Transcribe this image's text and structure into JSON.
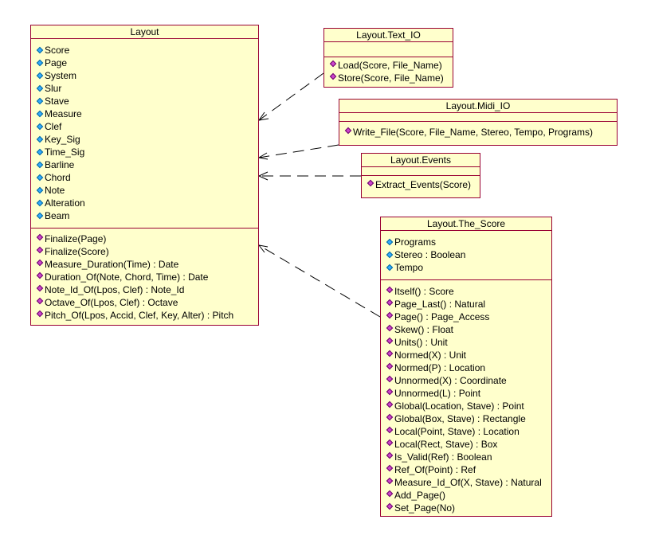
{
  "classes": {
    "layout": {
      "name": "Layout",
      "attributes": [
        "Score",
        "Page",
        "System",
        "Slur",
        "Stave",
        "Measure",
        "Clef",
        "Key_Sig",
        "Time_Sig",
        "Barline",
        "Chord",
        "Note",
        "Alteration",
        "Beam"
      ],
      "operations": [
        "Finalize(Page)",
        "Finalize(Score)",
        "Measure_Duration(Time) : Date",
        "Duration_Of(Note, Chord, Time) : Date",
        "Note_Id_Of(Lpos, Clef) : Note_Id",
        "Octave_Of(Lpos, Clef) : Octave",
        "Pitch_Of(Lpos, Accid, Clef, Key, Alter) : Pitch"
      ]
    },
    "text_io": {
      "name": "Layout.Text_IO",
      "attributes": [],
      "operations": [
        "Load(Score, File_Name)",
        "Store(Score, File_Name)"
      ]
    },
    "midi_io": {
      "name": "Layout.Midi_IO",
      "attributes": [],
      "operations": [
        "Write_File(Score, File_Name, Stereo, Tempo, Programs)"
      ]
    },
    "events": {
      "name": "Layout.Events",
      "attributes": [],
      "operations": [
        "Extract_Events(Score)"
      ]
    },
    "the_score": {
      "name": "Layout.The_Score",
      "attributes": [
        "Programs",
        "Stereo : Boolean",
        "Tempo"
      ],
      "operations": [
        "Itself() : Score",
        "Page_Last() : Natural",
        "Page() : Page_Access",
        "Skew() : Float",
        "Units() : Unit",
        "Normed(X) : Unit",
        "Normed(P) : Location",
        "Unnormed(X) : Coordinate",
        "Unnormed(L) : Point",
        "Global(Location, Stave) : Point",
        "Global(Box, Stave) : Rectangle",
        "Local(Point, Stave) : Location",
        "Local(Rect, Stave) : Box",
        "Is_Valid(Ref) : Boolean",
        "Ref_Of(Point) : Ref",
        "Measure_Id_Of(X, Stave) : Natural",
        "Add_Page()",
        "Set_Page(No)"
      ]
    }
  },
  "dependencies": [
    {
      "from": "text_io",
      "to": "layout"
    },
    {
      "from": "midi_io",
      "to": "layout"
    },
    {
      "from": "events",
      "to": "layout"
    },
    {
      "from": "the_score",
      "to": "layout"
    }
  ],
  "colors": {
    "class_fill": "#ffffcc",
    "class_border": "#990033",
    "attribute_icon": "#33aaff",
    "operation_icon": "#cc44cc",
    "line": "#000000"
  }
}
